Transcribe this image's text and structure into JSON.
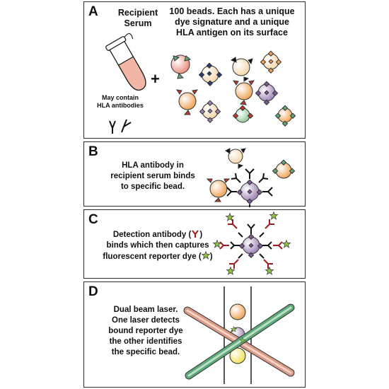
{
  "panels": {
    "a": {
      "letter": "A",
      "serum_line1": "Recipient",
      "serum_line2": "Serum",
      "beads_line1": "100 beads. Each has a unique",
      "beads_line2": "dye signature and a unique",
      "beads_line3": "HLA antigen on its surface",
      "antibody_line1": "May contain",
      "antibody_line2": "HLA antibodies",
      "plus": "+"
    },
    "b": {
      "letter": "B",
      "line1": "HLA antibody in",
      "line2": "recipient serum binds",
      "line3": "to specific bead."
    },
    "c": {
      "letter": "C",
      "line1": "Detection antibody (",
      "line1_end": ")",
      "line2": "binds which then captures",
      "line3": "fluorescent reporter dye (",
      "line3_end": ")"
    },
    "d": {
      "letter": "D",
      "line1": "Dual beam laser.",
      "line2": "One laser detects",
      "line3": "bound reporter dye",
      "line4": "the other identifies",
      "line5": "the specific bead."
    }
  },
  "colors": {
    "border": "#2b2b2b",
    "serum": "#f2b6a6",
    "antibody_black": "#111111",
    "detection_antibody": "#a01c1c",
    "reporter_dye": "#8cc63f",
    "laser_green": "#5fa878",
    "laser_pink": "#d99a86",
    "bead_orange": "#f0a050",
    "bead_yellow": "#f2e050",
    "bead_purple": "#9b7fb3"
  },
  "icons": [
    "test-tube-icon",
    "bead-icon",
    "antibody-icon",
    "star-icon",
    "laser-beam-icon"
  ]
}
